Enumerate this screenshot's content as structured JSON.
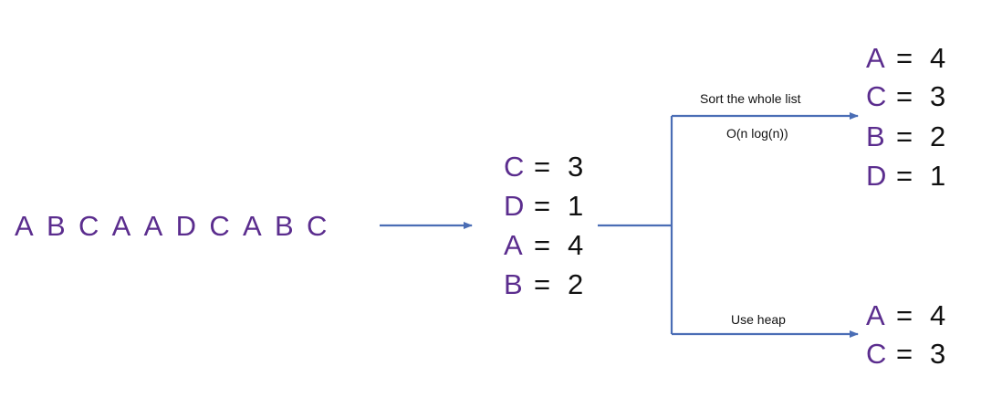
{
  "input_sequence": [
    "A",
    "B",
    "C",
    "A",
    "A",
    "D",
    "C",
    "A",
    "B",
    "C"
  ],
  "counts": [
    {
      "key": "C",
      "eq": "=",
      "value": "3"
    },
    {
      "key": "D",
      "eq": "=",
      "value": "1"
    },
    {
      "key": "A",
      "eq": "=",
      "value": "4"
    },
    {
      "key": "B",
      "eq": "=",
      "value": "2"
    }
  ],
  "sorted": [
    {
      "key": "A",
      "eq": "=",
      "value": "4"
    },
    {
      "key": "C",
      "eq": "=",
      "value": "3"
    },
    {
      "key": "B",
      "eq": "=",
      "value": "2"
    },
    {
      "key": "D",
      "eq": "=",
      "value": "1"
    }
  ],
  "heap": [
    {
      "key": "A",
      "eq": "=",
      "value": "4"
    },
    {
      "key": "C",
      "eq": "=",
      "value": "3"
    }
  ],
  "labels": {
    "sort_label": "Sort the whole list",
    "sort_complexity": "O(n log(n))",
    "heap_label": "Use heap"
  },
  "colors": {
    "key_color": "#5b2d8e",
    "text_color": "#111111",
    "arrow_color": "#4a6db5"
  }
}
